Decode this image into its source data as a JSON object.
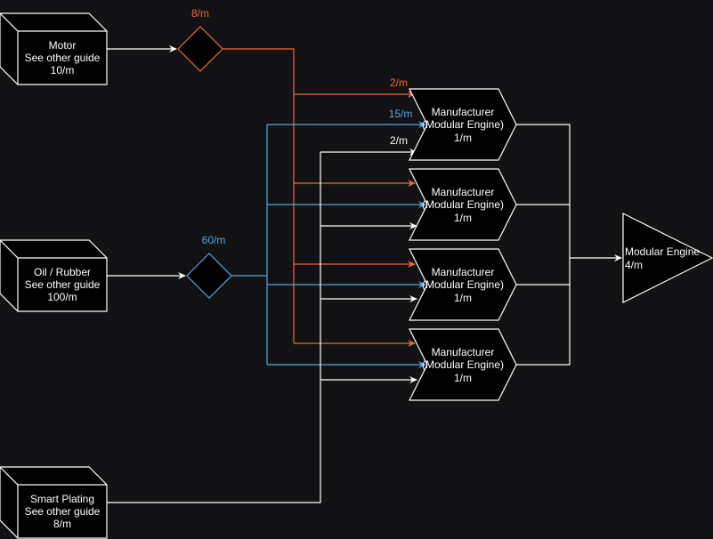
{
  "colors": {
    "background": "#121113",
    "white_flow": "#ffffff",
    "orange_flow": "#ee6a35",
    "blue_flow": "#55a6e0"
  },
  "sources": [
    {
      "id": "motor",
      "name": "Motor",
      "note": "See other guide",
      "rate": "10/m"
    },
    {
      "id": "oil-rubber",
      "name": "Oil / Rubber",
      "note": "See other guide",
      "rate": "100/m"
    },
    {
      "id": "smart-plating",
      "name": "Smart Plating",
      "note": "See other guide",
      "rate": "8/m"
    }
  ],
  "splitters": [
    {
      "id": "motor-splitter",
      "rate": "8/m",
      "color": "orange"
    },
    {
      "id": "oil-splitter",
      "rate": "60/m",
      "color": "blue"
    }
  ],
  "input_labels": {
    "motor_per_machine": "2/m",
    "oil_per_machine": "15/m",
    "plating_per_machine": "2/m"
  },
  "manufacturers": [
    {
      "line1": "Manufacturer",
      "line2": "(Modular Engine)",
      "rate": "1/m"
    },
    {
      "line1": "Manufacturer",
      "line2": "(Modular Engine)",
      "rate": "1/m"
    },
    {
      "line1": "Manufacturer",
      "line2": "(Modular Engine)",
      "rate": "1/m"
    },
    {
      "line1": "Manufacturer",
      "line2": "(Modular Engine)",
      "rate": "1/m"
    }
  ],
  "output": {
    "name": "Modular Engine",
    "rate": "4/m"
  }
}
